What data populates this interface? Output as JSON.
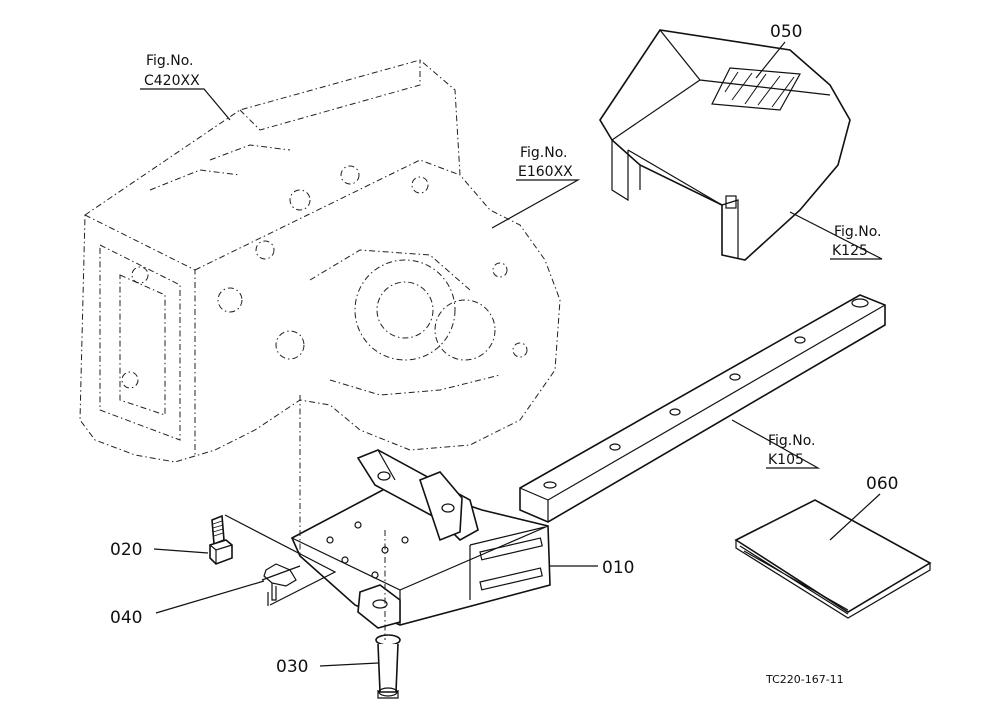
{
  "callouts": {
    "p010": "010",
    "p020": "020",
    "p030": "030",
    "p040": "040",
    "p050": "050",
    "p060": "060"
  },
  "figure_refs": [
    {
      "label": "Fig.No.",
      "code": "C420XX"
    },
    {
      "label": "Fig.No.",
      "code": "E160XX"
    },
    {
      "label": "Fig.No.",
      "code": "K125"
    },
    {
      "label": "Fig.No.",
      "code": "K105"
    }
  ],
  "drawing_code": "TC220-167-11"
}
